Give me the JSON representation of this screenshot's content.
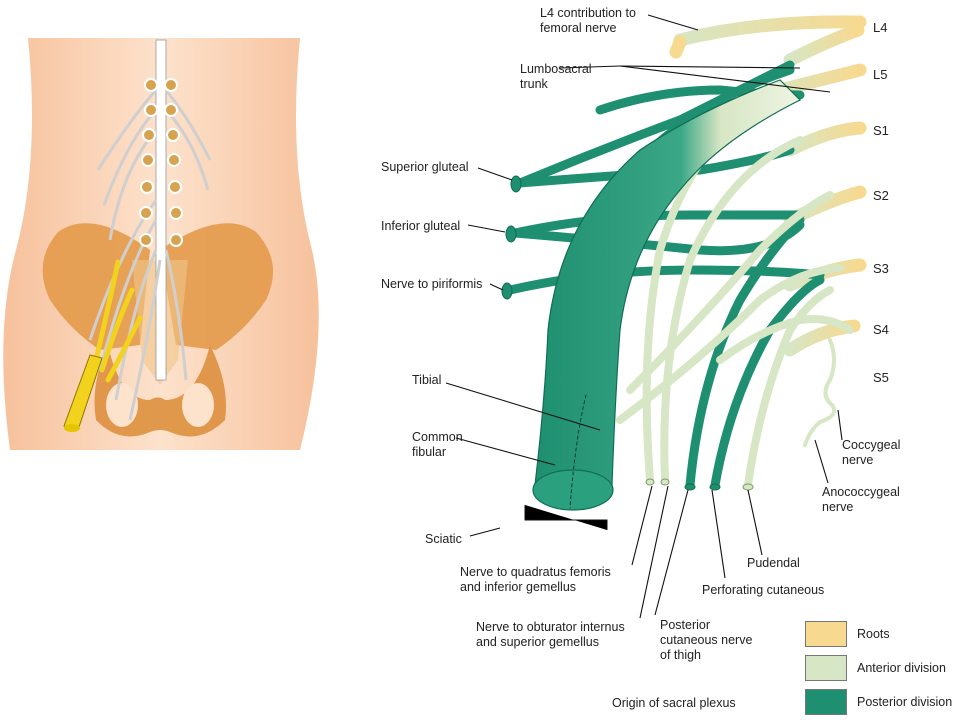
{
  "colors": {
    "roots": "#f7d98f",
    "anterior": "#d7e6c4",
    "posterior": "#1e8f70",
    "skin": "#f7c9a6",
    "bone": "#d98f3e"
  },
  "roots": [
    "L4",
    "L5",
    "S1",
    "S2",
    "S3",
    "S4",
    "S5"
  ],
  "labels": {
    "l4_contribution": "L4 contribution to\nfemoral nerve",
    "lumbosacral_trunk": "Lumbosacral\ntrunk",
    "superior_gluteal": "Superior gluteal",
    "inferior_gluteal": "Inferior gluteal",
    "nerve_to_piriformis": "Nerve to piriformis",
    "tibial": "Tibial",
    "common_fibular": "Common\nfibular",
    "sciatic": "Sciatic",
    "quadratus": "Nerve to quadratus femoris\nand inferior gemellus",
    "obturator": "Nerve to obturator internus\nand superior gemellus",
    "posterior_cutaneous": "Posterior\ncutaneous nerve\nof thigh",
    "pudendal": "Pudendal",
    "perforating": "Perforating cutaneous",
    "coccygeal": "Coccygeal\nnerve",
    "anococcygeal": "Anococcygeal\nnerve",
    "caption": "Origin of sacral plexus"
  },
  "legend": [
    {
      "label": "Roots",
      "color": "#f7d98f"
    },
    {
      "label": "Anterior division",
      "color": "#d7e6c4"
    },
    {
      "label": "Posterior division",
      "color": "#1e8f70"
    }
  ]
}
